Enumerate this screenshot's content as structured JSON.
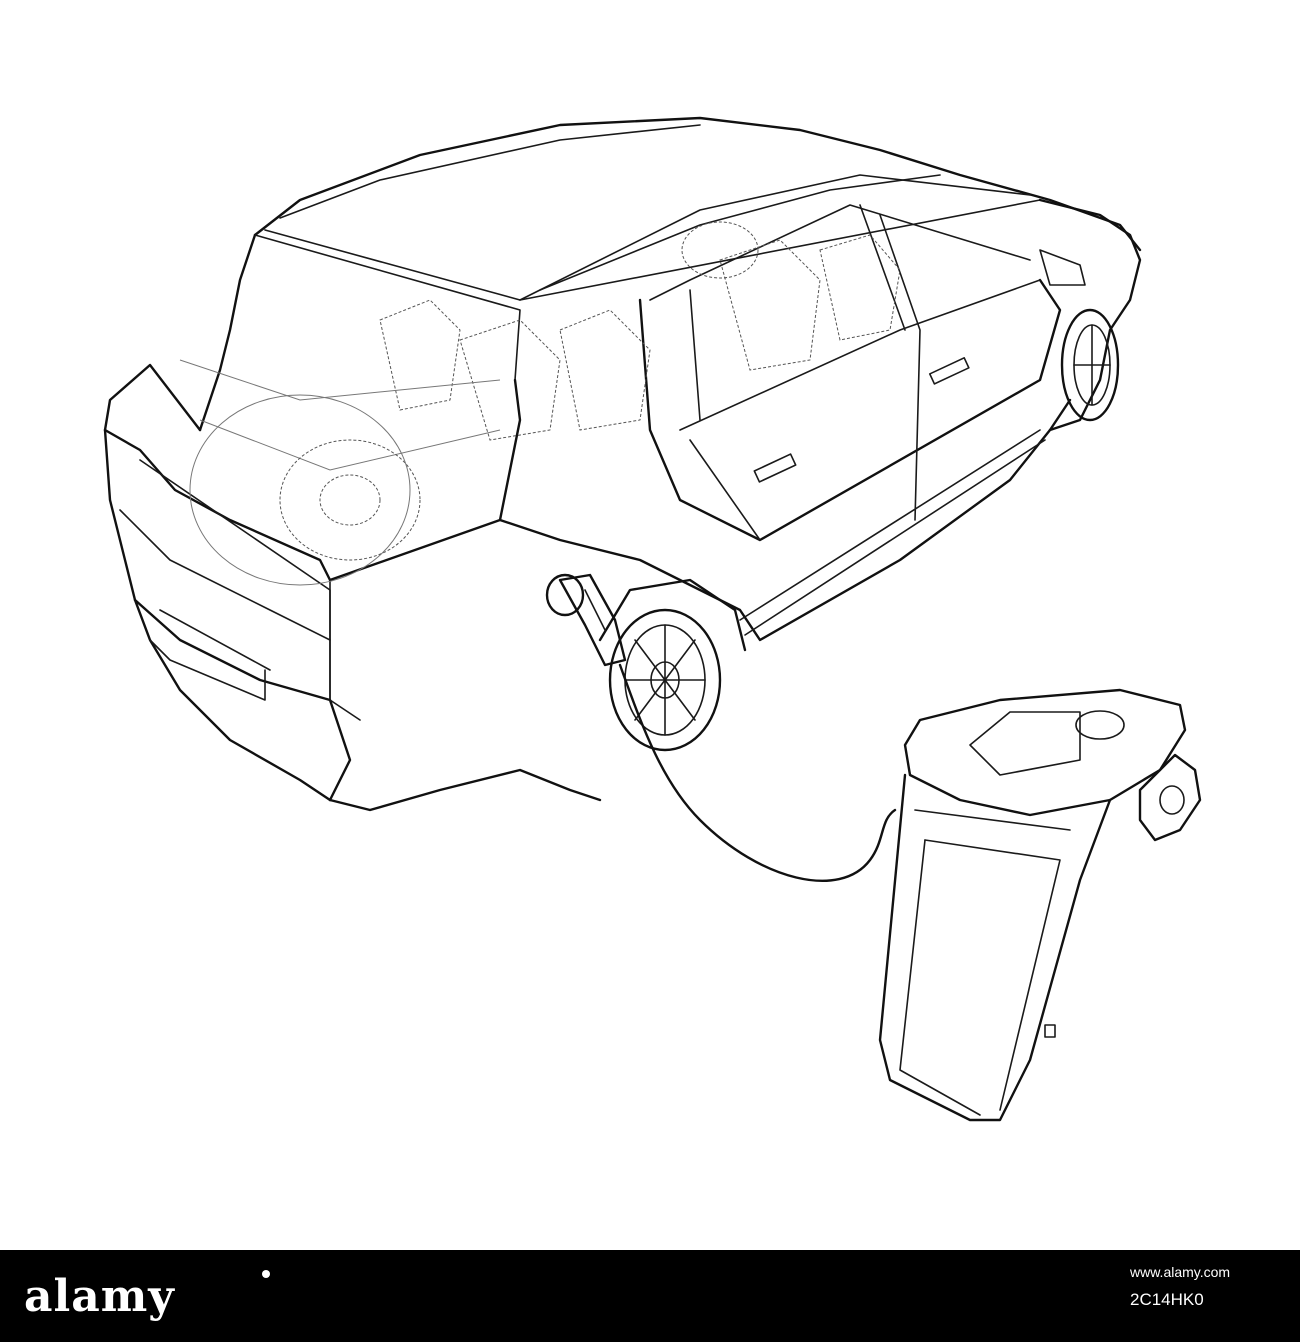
{
  "image": {
    "subject": "wireframe sketch"
  },
  "footer": {
    "brand": "alamy",
    "caption": "www.alamy.com",
    "image_id": "2C14HK0"
  },
  "colors": {
    "background": "#ffffff",
    "lines": "#1a1a1a",
    "footer_bg": "#000000",
    "footer_text": "#ffffff"
  }
}
